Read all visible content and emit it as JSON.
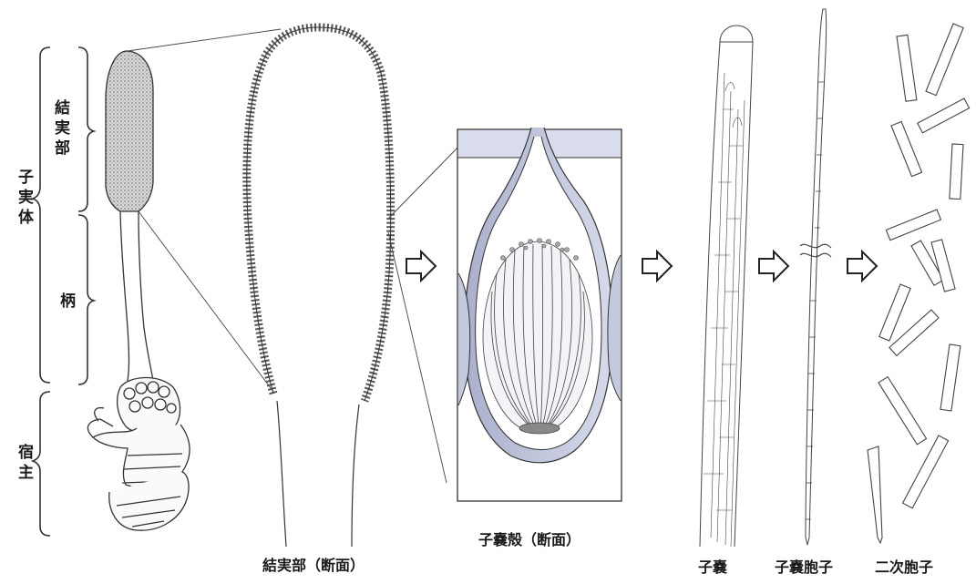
{
  "labels": {
    "fruiting_body": "子実体",
    "fertile_part": "結実部",
    "stalk": "柄",
    "host": "宿主"
  },
  "captions": {
    "fertile_section": "結実部（断面）",
    "perithecium_section": "子嚢殻（断面）",
    "ascus": "子嚢",
    "ascospore": "子嚢胞子",
    "secondary_spores": "二次胞子"
  },
  "colors": {
    "line": "#3a3a3a",
    "wall_fill": "#b9bfd6",
    "stipple": "#7a7a7a"
  }
}
